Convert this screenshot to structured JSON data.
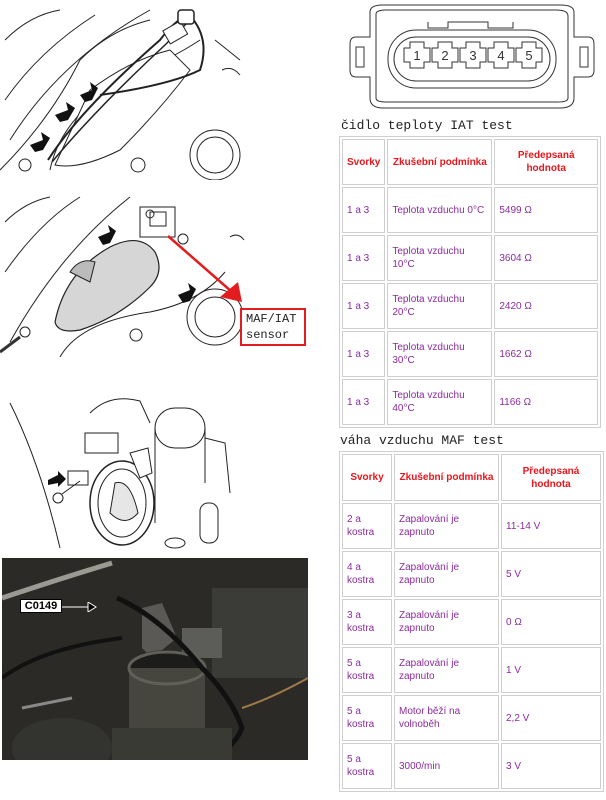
{
  "figures": {
    "fig1": {
      "description": "Line drawing: intake air hose with wiring harness, three black arrows"
    },
    "fig2": {
      "description": "Line drawing: air intake duct with MAF/IAT sensor",
      "callout": {
        "line1": "MAF/IAT",
        "line2": "sensor",
        "color": "#e31d1d"
      }
    },
    "fig3": {
      "description": "Line drawing: MAF sensor housing with mounting bolt, black arrow"
    },
    "photo": {
      "description": "Engine bay photo showing sensor connector",
      "label": "C0149"
    }
  },
  "connector": {
    "pins": [
      "1",
      "2",
      "3",
      "4",
      "5"
    ]
  },
  "iat_section": {
    "heading": "čidlo teploty IAT test",
    "columns": [
      "Svorky",
      "Zkušební podmínka",
      "Předepsaná hodnota"
    ],
    "rows": [
      {
        "terminals": "1 a 3",
        "condition": "Teplota vzduchu 0°C",
        "value": "5499 Ω"
      },
      {
        "terminals": "1 a 3",
        "condition": "Teplota vzduchu 10°C",
        "value": "3604 Ω"
      },
      {
        "terminals": "1 a 3",
        "condition": "Teplota vzduchu 20°C",
        "value": "2420 Ω"
      },
      {
        "terminals": "1 a 3",
        "condition": "Teplota vzduchu 30°C",
        "value": "1662 Ω"
      },
      {
        "terminals": "1 a 3",
        "condition": "Teplota vzduchu 40°C",
        "value": "1166 Ω"
      }
    ]
  },
  "maf_section": {
    "heading": "váha vzduchu MAF test",
    "columns": [
      "Svorky",
      "Zkušební podmínka",
      "Předepsaná hodnota"
    ],
    "rows": [
      {
        "terminals": "2 a kostra",
        "condition": "Zapalování je zapnuto",
        "value": "11-14 V"
      },
      {
        "terminals": "4 a kostra",
        "condition": "Zapalování je zapnuto",
        "value": "5 V"
      },
      {
        "terminals": "3 a kostra",
        "condition": "Zapalování je zapnuto",
        "value": "0 Ω"
      },
      {
        "terminals": "5 a kostra",
        "condition": "Zapalování je zapnuto",
        "value": "1 V"
      },
      {
        "terminals": "5 a kostra",
        "condition": "Motor běží na volnoběh",
        "value": "2,2 V"
      },
      {
        "terminals": "5 a kostra",
        "condition": "3000/min",
        "value": "3 V"
      }
    ]
  },
  "colors": {
    "header_text": "#e8161d",
    "cell_text": "#8b2c9c",
    "callout": "#e31d1d",
    "table_border": "#cfcfcf"
  }
}
